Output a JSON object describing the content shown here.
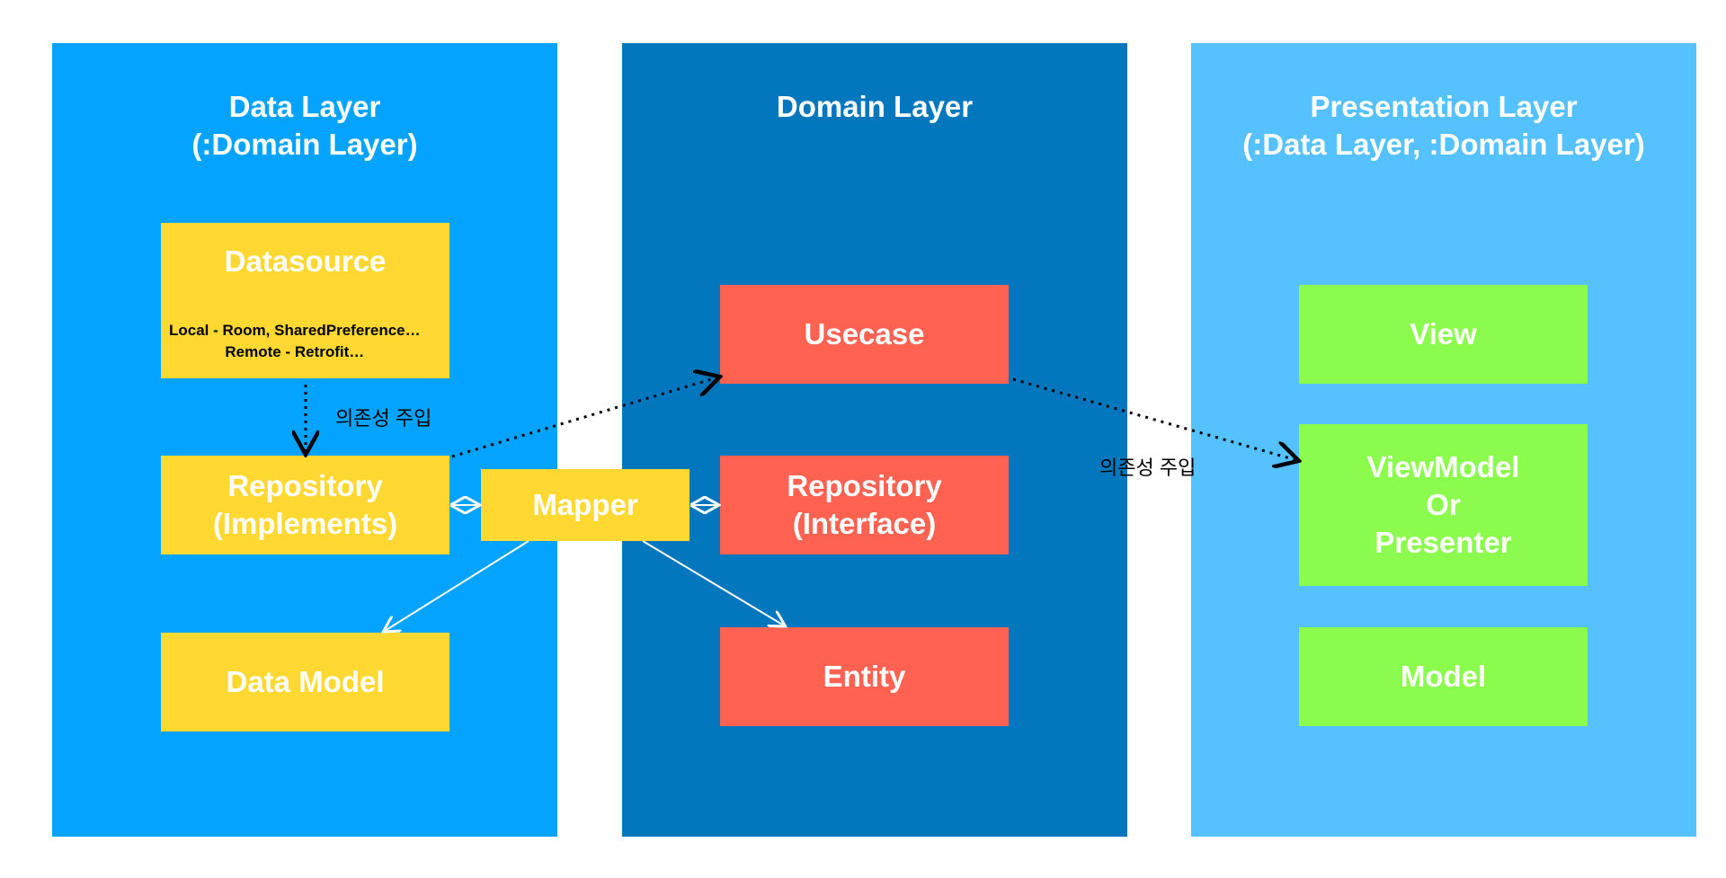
{
  "colors": {
    "data_layer": "#03A3FF",
    "domain_layer": "#0277BD",
    "presentation_layer": "#55C1FF",
    "yellow_box": "#FFD832",
    "red_box": "#FF6250",
    "green_box": "#8BFB4D"
  },
  "data_layer": {
    "title_line1": "Data Layer",
    "title_line2": "(:Domain Layer)",
    "datasource": {
      "title": "Datasource",
      "line1": "Local - Room, SharedPreference…",
      "line2": "Remote - Retrofit…"
    },
    "repository": {
      "line1": "Repository",
      "line2": "(Implements)"
    },
    "data_model": "Data Model"
  },
  "mapper": "Mapper",
  "domain_layer": {
    "title": "Domain Layer",
    "usecase": "Usecase",
    "repository": {
      "line1": "Repository",
      "line2": "(Interface)"
    },
    "entity": "Entity"
  },
  "presentation_layer": {
    "title_line1": "Presentation Layer",
    "title_line2": "(:Data Layer, :Domain Layer)",
    "view": "View",
    "viewmodel": {
      "line1": "ViewModel",
      "line2": "Or",
      "line3": "Presenter"
    },
    "model": "Model"
  },
  "labels": {
    "di_left": "의존성 주입",
    "di_right": "의존성 주입"
  }
}
